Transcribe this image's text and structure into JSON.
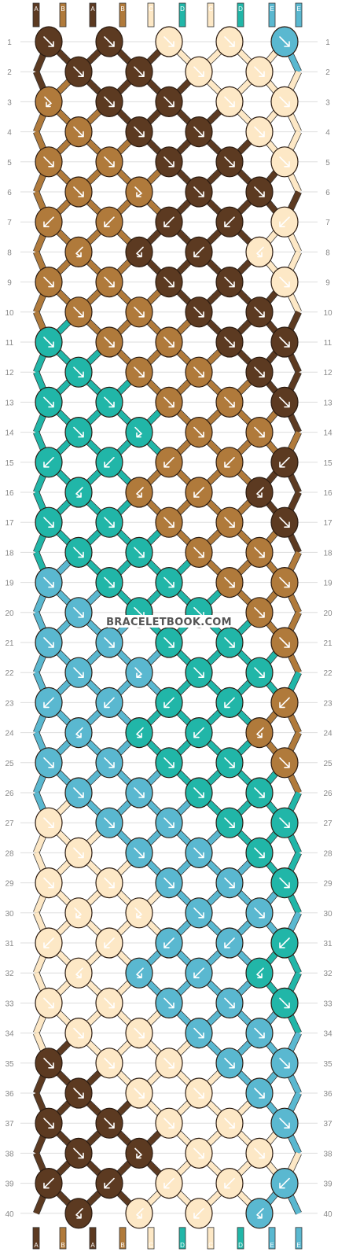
{
  "colors": {
    "A": "#5c3a21",
    "B": "#b07a3b",
    "C": "#fde8c6",
    "D": "#21b6a8",
    "E": "#5ab8d0"
  },
  "columns": {
    "top": [
      "A",
      "B",
      "A",
      "B",
      "C",
      "D",
      "C",
      "D",
      "E",
      "E"
    ],
    "bottom": [
      "A",
      "B",
      "A",
      "B",
      "C",
      "D",
      "C",
      "D",
      "E",
      "E"
    ]
  },
  "watermark": "BRACELETBOOK.COM",
  "rows": [
    {
      "n": 1,
      "knots": [
        {
          "c": "A",
          "d": "r"
        },
        {
          "c": "A",
          "d": "r"
        },
        {
          "c": "C",
          "d": "r"
        },
        {
          "c": "C",
          "d": "r"
        },
        {
          "c": "E",
          "d": "r"
        }
      ]
    },
    {
      "n": 2,
      "knots": [
        {
          "c": "A",
          "d": "r"
        },
        {
          "c": "A",
          "d": "r"
        },
        {
          "c": "C",
          "d": "r"
        },
        {
          "c": "C",
          "d": "r"
        }
      ]
    },
    {
      "n": 3,
      "knots": [
        {
          "c": "B",
          "d": "rb"
        },
        {
          "c": "A",
          "d": "r"
        },
        {
          "c": "A",
          "d": "r"
        },
        {
          "c": "C",
          "d": "r"
        },
        {
          "c": "C",
          "d": "r"
        }
      ]
    },
    {
      "n": 4,
      "knots": [
        {
          "c": "B",
          "d": "r"
        },
        {
          "c": "A",
          "d": "r"
        },
        {
          "c": "A",
          "d": "r"
        },
        {
          "c": "C",
          "d": "r"
        }
      ]
    },
    {
      "n": 5,
      "knots": [
        {
          "c": "B",
          "d": "r"
        },
        {
          "c": "B",
          "d": "r"
        },
        {
          "c": "A",
          "d": "r"
        },
        {
          "c": "A",
          "d": "r"
        },
        {
          "c": "C",
          "d": "r"
        }
      ]
    },
    {
      "n": 6,
      "knots": [
        {
          "c": "B",
          "d": "r"
        },
        {
          "c": "B",
          "d": "rb"
        },
        {
          "c": "A",
          "d": "r"
        },
        {
          "c": "A",
          "d": "r"
        }
      ]
    },
    {
      "n": 7,
      "knots": [
        {
          "c": "B",
          "d": "l"
        },
        {
          "c": "B",
          "d": "l"
        },
        {
          "c": "A",
          "d": "l"
        },
        {
          "c": "A",
          "d": "l"
        },
        {
          "c": "C",
          "d": "l"
        }
      ]
    },
    {
      "n": 8,
      "knots": [
        {
          "c": "B",
          "d": "lb"
        },
        {
          "c": "A",
          "d": "lb"
        },
        {
          "c": "A",
          "d": "l"
        },
        {
          "c": "C",
          "d": "lb"
        }
      ]
    },
    {
      "n": 9,
      "knots": [
        {
          "c": "B",
          "d": "r"
        },
        {
          "c": "B",
          "d": "r"
        },
        {
          "c": "A",
          "d": "r"
        },
        {
          "c": "A",
          "d": "r"
        },
        {
          "c": "C",
          "d": "r"
        }
      ]
    },
    {
      "n": 10,
      "knots": [
        {
          "c": "B",
          "d": "r"
        },
        {
          "c": "B",
          "d": "r"
        },
        {
          "c": "A",
          "d": "r"
        },
        {
          "c": "A",
          "d": "r"
        }
      ]
    },
    {
      "n": 11,
      "knots": [
        {
          "c": "D",
          "d": "r"
        },
        {
          "c": "B",
          "d": "r"
        },
        {
          "c": "B",
          "d": "r"
        },
        {
          "c": "A",
          "d": "r"
        },
        {
          "c": "A",
          "d": "r"
        }
      ]
    },
    {
      "n": 12,
      "knots": [
        {
          "c": "D",
          "d": "r"
        },
        {
          "c": "B",
          "d": "r"
        },
        {
          "c": "B",
          "d": "r"
        },
        {
          "c": "A",
          "d": "r"
        }
      ]
    },
    {
      "n": 13,
      "knots": [
        {
          "c": "D",
          "d": "r"
        },
        {
          "c": "D",
          "d": "r"
        },
        {
          "c": "B",
          "d": "r"
        },
        {
          "c": "B",
          "d": "r"
        },
        {
          "c": "A",
          "d": "r"
        }
      ]
    },
    {
      "n": 14,
      "knots": [
        {
          "c": "D",
          "d": "r"
        },
        {
          "c": "D",
          "d": "rb"
        },
        {
          "c": "B",
          "d": "r"
        },
        {
          "c": "B",
          "d": "r"
        }
      ]
    },
    {
      "n": 15,
      "knots": [
        {
          "c": "D",
          "d": "l"
        },
        {
          "c": "D",
          "d": "l"
        },
        {
          "c": "B",
          "d": "l"
        },
        {
          "c": "B",
          "d": "l"
        },
        {
          "c": "A",
          "d": "l"
        }
      ]
    },
    {
      "n": 16,
      "knots": [
        {
          "c": "D",
          "d": "lb"
        },
        {
          "c": "B",
          "d": "lb"
        },
        {
          "c": "B",
          "d": "l"
        },
        {
          "c": "A",
          "d": "lb"
        }
      ]
    },
    {
      "n": 17,
      "knots": [
        {
          "c": "D",
          "d": "r"
        },
        {
          "c": "D",
          "d": "r"
        },
        {
          "c": "B",
          "d": "r"
        },
        {
          "c": "B",
          "d": "r"
        },
        {
          "c": "A",
          "d": "r"
        }
      ]
    },
    {
      "n": 18,
      "knots": [
        {
          "c": "D",
          "d": "r"
        },
        {
          "c": "D",
          "d": "r"
        },
        {
          "c": "B",
          "d": "r"
        },
        {
          "c": "B",
          "d": "r"
        }
      ]
    },
    {
      "n": 19,
      "knots": [
        {
          "c": "E",
          "d": "r"
        },
        {
          "c": "D",
          "d": "r"
        },
        {
          "c": "D",
          "d": "r"
        },
        {
          "c": "B",
          "d": "r"
        },
        {
          "c": "B",
          "d": "r"
        }
      ]
    },
    {
      "n": 20,
      "knots": [
        {
          "c": "E",
          "d": "r"
        },
        {
          "c": "D",
          "d": "r"
        },
        {
          "c": "D",
          "d": "r"
        },
        {
          "c": "B",
          "d": "r"
        }
      ]
    },
    {
      "n": 21,
      "knots": [
        {
          "c": "E",
          "d": "r"
        },
        {
          "c": "E",
          "d": "r"
        },
        {
          "c": "D",
          "d": "r"
        },
        {
          "c": "D",
          "d": "r"
        },
        {
          "c": "B",
          "d": "r"
        }
      ]
    },
    {
      "n": 22,
      "knots": [
        {
          "c": "E",
          "d": "r"
        },
        {
          "c": "E",
          "d": "rb"
        },
        {
          "c": "D",
          "d": "r"
        },
        {
          "c": "D",
          "d": "r"
        }
      ]
    },
    {
      "n": 23,
      "knots": [
        {
          "c": "E",
          "d": "l"
        },
        {
          "c": "E",
          "d": "l"
        },
        {
          "c": "D",
          "d": "l"
        },
        {
          "c": "D",
          "d": "l"
        },
        {
          "c": "B",
          "d": "l"
        }
      ]
    },
    {
      "n": 24,
      "knots": [
        {
          "c": "E",
          "d": "lb"
        },
        {
          "c": "D",
          "d": "lb"
        },
        {
          "c": "D",
          "d": "l"
        },
        {
          "c": "B",
          "d": "lb"
        }
      ]
    },
    {
      "n": 25,
      "knots": [
        {
          "c": "E",
          "d": "r"
        },
        {
          "c": "E",
          "d": "r"
        },
        {
          "c": "D",
          "d": "r"
        },
        {
          "c": "D",
          "d": "r"
        },
        {
          "c": "B",
          "d": "r"
        }
      ]
    },
    {
      "n": 26,
      "knots": [
        {
          "c": "E",
          "d": "r"
        },
        {
          "c": "E",
          "d": "r"
        },
        {
          "c": "D",
          "d": "r"
        },
        {
          "c": "D",
          "d": "r"
        }
      ]
    },
    {
      "n": 27,
      "knots": [
        {
          "c": "C",
          "d": "r"
        },
        {
          "c": "E",
          "d": "r"
        },
        {
          "c": "E",
          "d": "r"
        },
        {
          "c": "D",
          "d": "r"
        },
        {
          "c": "D",
          "d": "r"
        }
      ]
    },
    {
      "n": 28,
      "knots": [
        {
          "c": "C",
          "d": "r"
        },
        {
          "c": "E",
          "d": "r"
        },
        {
          "c": "E",
          "d": "r"
        },
        {
          "c": "D",
          "d": "r"
        }
      ]
    },
    {
      "n": 29,
      "knots": [
        {
          "c": "C",
          "d": "r"
        },
        {
          "c": "C",
          "d": "r"
        },
        {
          "c": "E",
          "d": "r"
        },
        {
          "c": "E",
          "d": "r"
        },
        {
          "c": "D",
          "d": "r"
        }
      ]
    },
    {
      "n": 30,
      "knots": [
        {
          "c": "C",
          "d": "rb"
        },
        {
          "c": "C",
          "d": "rb"
        },
        {
          "c": "E",
          "d": "r"
        },
        {
          "c": "E",
          "d": "r"
        }
      ]
    },
    {
      "n": 31,
      "knots": [
        {
          "c": "C",
          "d": "l"
        },
        {
          "c": "C",
          "d": "l"
        },
        {
          "c": "E",
          "d": "l"
        },
        {
          "c": "E",
          "d": "l"
        },
        {
          "c": "D",
          "d": "l"
        }
      ]
    },
    {
      "n": 32,
      "knots": [
        {
          "c": "C",
          "d": "lb"
        },
        {
          "c": "E",
          "d": "lb"
        },
        {
          "c": "E",
          "d": "l"
        },
        {
          "c": "D",
          "d": "lb"
        }
      ]
    },
    {
      "n": 33,
      "knots": [
        {
          "c": "C",
          "d": "r"
        },
        {
          "c": "C",
          "d": "r"
        },
        {
          "c": "E",
          "d": "r"
        },
        {
          "c": "E",
          "d": "r"
        },
        {
          "c": "D",
          "d": "r"
        }
      ]
    },
    {
      "n": 34,
      "knots": [
        {
          "c": "C",
          "d": "r"
        },
        {
          "c": "C",
          "d": "r"
        },
        {
          "c": "E",
          "d": "r"
        },
        {
          "c": "E",
          "d": "r"
        }
      ]
    },
    {
      "n": 35,
      "knots": [
        {
          "c": "A",
          "d": "r"
        },
        {
          "c": "C",
          "d": "r"
        },
        {
          "c": "C",
          "d": "r"
        },
        {
          "c": "E",
          "d": "r"
        },
        {
          "c": "E",
          "d": "r"
        }
      ]
    },
    {
      "n": 36,
      "knots": [
        {
          "c": "A",
          "d": "r"
        },
        {
          "c": "C",
          "d": "r"
        },
        {
          "c": "C",
          "d": "r"
        },
        {
          "c": "E",
          "d": "r"
        }
      ]
    },
    {
      "n": 37,
      "knots": [
        {
          "c": "A",
          "d": "r"
        },
        {
          "c": "A",
          "d": "r"
        },
        {
          "c": "C",
          "d": "r"
        },
        {
          "c": "C",
          "d": "r"
        },
        {
          "c": "E",
          "d": "r"
        }
      ]
    },
    {
      "n": 38,
      "knots": [
        {
          "c": "A",
          "d": "r"
        },
        {
          "c": "A",
          "d": "rb"
        },
        {
          "c": "C",
          "d": "r"
        },
        {
          "c": "C",
          "d": "r"
        }
      ]
    },
    {
      "n": 39,
      "knots": [
        {
          "c": "A",
          "d": "l"
        },
        {
          "c": "A",
          "d": "l"
        },
        {
          "c": "C",
          "d": "l"
        },
        {
          "c": "C",
          "d": "l"
        },
        {
          "c": "E",
          "d": "l"
        }
      ]
    },
    {
      "n": 40,
      "knots": [
        {
          "c": "A",
          "d": "lb"
        },
        {
          "c": "C",
          "d": "lb"
        },
        {
          "c": "C",
          "d": "l"
        },
        {
          "c": "E",
          "d": "lb"
        }
      ]
    }
  ]
}
